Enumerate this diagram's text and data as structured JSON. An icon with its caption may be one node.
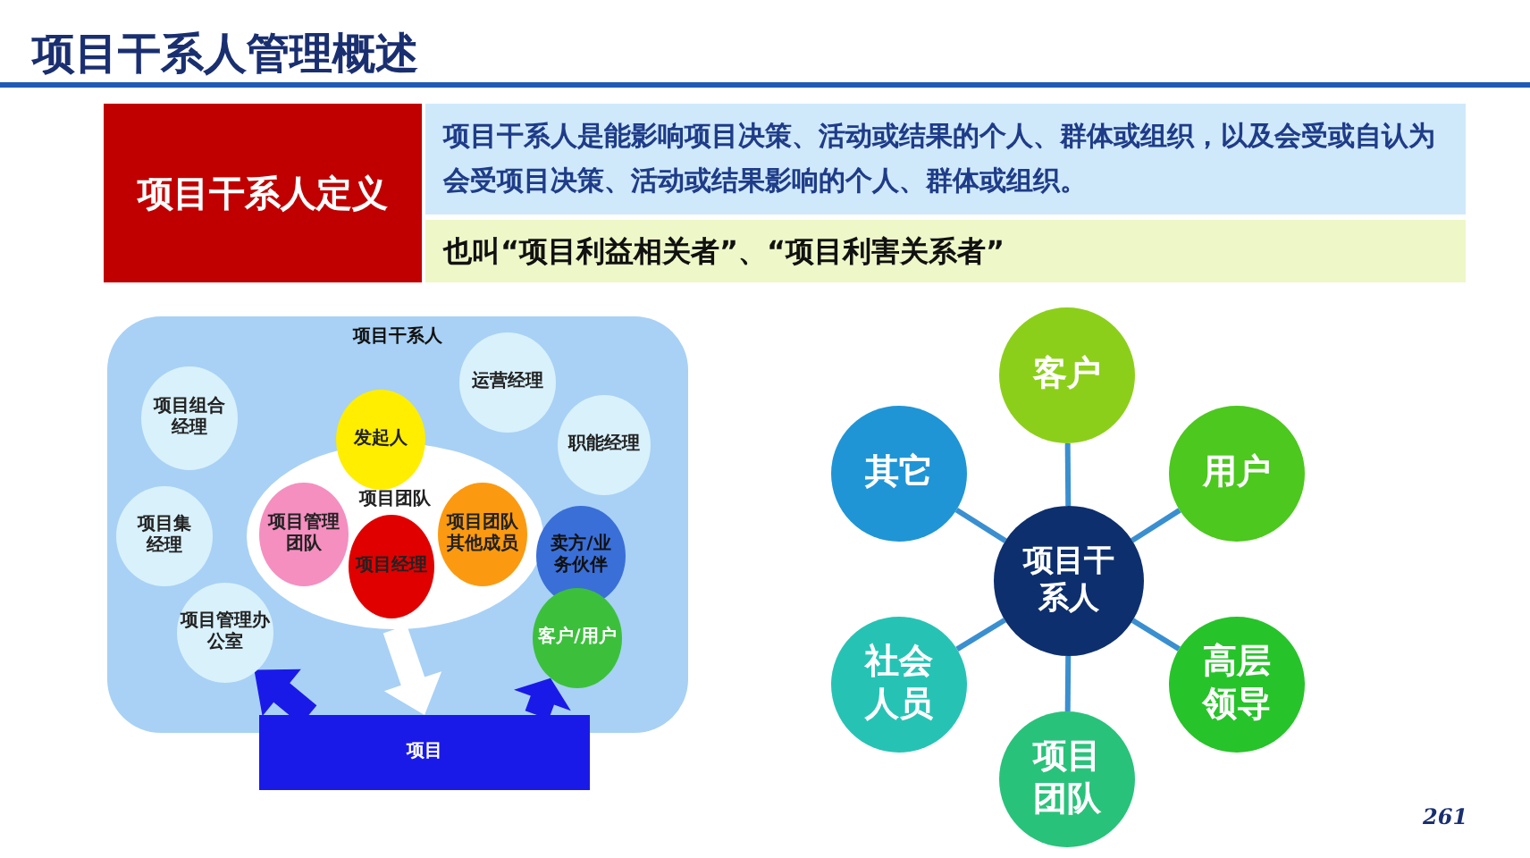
{
  "diagram": {
    "title": "项目干系人管理概述",
    "nodes": [
      {
        "text": [
          "项目干系人定义"
        ]
      },
      {
        "text": [
          "项目干系人是能影响项目决策、活动或结果的个人、群体或组织，以及会受或自认为会受项目决策、活动或结果影响的个人、群体或组织。"
        ]
      },
      {
        "text": [
          "也叫“项目利益相关者”、“项目利害关系者”"
        ]
      },
      {
        "text": [
          "项目干系人"
        ]
      },
      {
        "text": [
          "项目组合经理"
        ],
        "in": 3
      },
      {
        "text": [
          "项目集经理"
        ],
        "in": 3
      },
      {
        "text": [
          "项目管理办公室"
        ],
        "in": 3
      },
      {
        "text": [
          "运营经理"
        ],
        "in": 3
      },
      {
        "text": [
          "职能经理"
        ],
        "in": 3
      },
      {
        "text": [
          "卖方/业务伙伴"
        ],
        "in": 3
      },
      {
        "text": [
          "客户/用户"
        ],
        "in": 3
      },
      {
        "text": [
          "项目团队"
        ],
        "in": 3
      },
      {
        "text": [
          "发起人"
        ],
        "in": 3
      },
      {
        "text": [
          "项目管理团队"
        ],
        "in": 11
      },
      {
        "text": [
          "项目经理"
        ],
        "in": 11
      },
      {
        "text": [
          "项目团队其他成员"
        ],
        "in": 11
      },
      {
        "text": [
          "项目"
        ]
      },
      {
        "text": [
          "项目干系人"
        ]
      },
      {
        "text": [
          "客户"
        ]
      },
      {
        "text": [
          "用户"
        ]
      },
      {
        "text": [
          "高层领导"
        ]
      },
      {
        "text": [
          "项目团队"
        ]
      },
      {
        "text": [
          "社会人员"
        ]
      },
      {
        "text": [
          "其它"
        ]
      }
    ],
    "edges": [
      {
        "from": 11,
        "to": 16,
        "arrow": "to",
        "style": "thick",
        "color": "#ffffff"
      },
      {
        "from": 16,
        "to": 6,
        "arrow": "to",
        "style": "thick",
        "color": "#1a1ae8"
      },
      {
        "from": 16,
        "to": 10,
        "arrow": "to",
        "style": "thick",
        "color": "#1a1ae8"
      },
      {
        "from": 17,
        "to": 18,
        "arrow": "none"
      },
      {
        "from": 17,
        "to": 19,
        "arrow": "none"
      },
      {
        "from": 17,
        "to": 20,
        "arrow": "none"
      },
      {
        "from": 17,
        "to": 21,
        "arrow": "none"
      },
      {
        "from": 17,
        "to": 22,
        "arrow": "none"
      },
      {
        "from": 17,
        "to": 23,
        "arrow": "none"
      }
    ],
    "labels": [
      "261"
    ]
  }
}
